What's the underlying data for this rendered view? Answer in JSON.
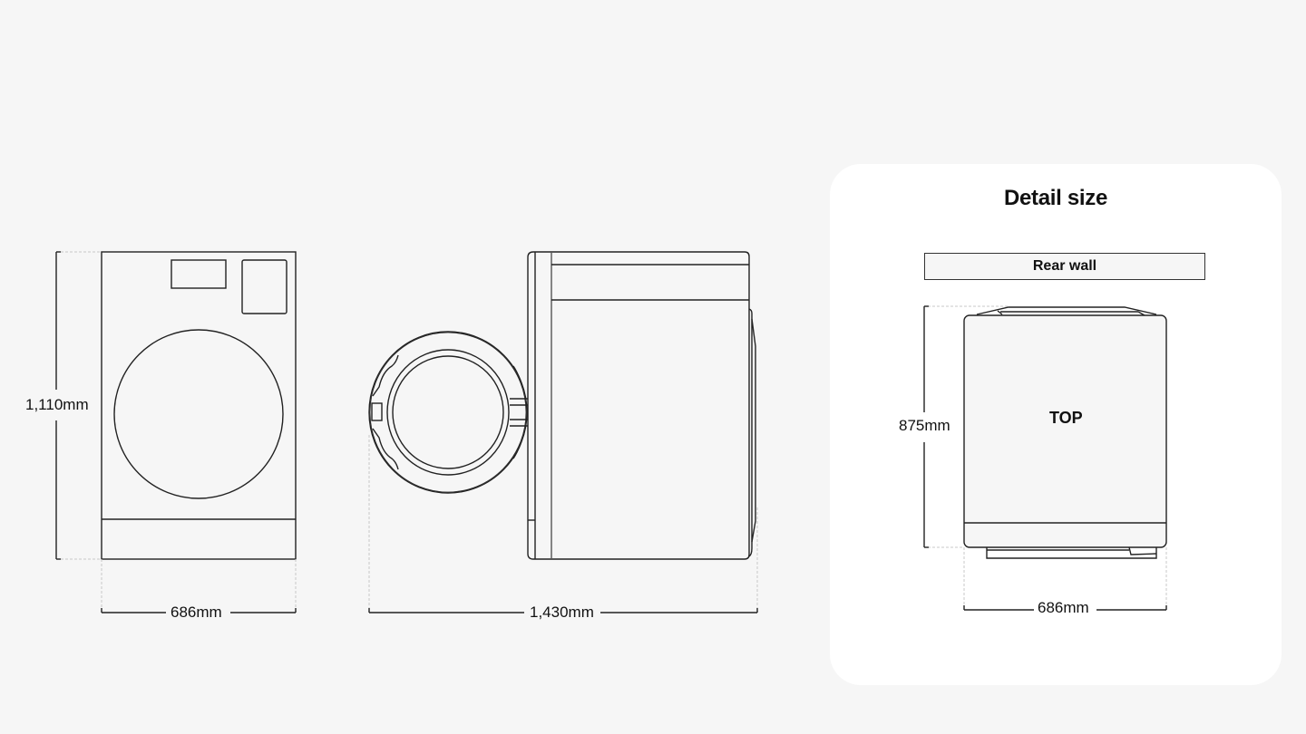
{
  "front_view": {
    "height_label": "1,110mm",
    "width_label": "686mm"
  },
  "side_view": {
    "depth_label": "1,430mm"
  },
  "detail_card": {
    "title": "Detail size",
    "rear_wall_label": "Rear wall",
    "top_label": "TOP",
    "depth_label": "875mm",
    "width_label": "686mm"
  },
  "colors": {
    "page_background": "#f6f6f6",
    "card_background": "#ffffff",
    "line": "#222222",
    "dashed_extension": "#c8c8c8"
  }
}
